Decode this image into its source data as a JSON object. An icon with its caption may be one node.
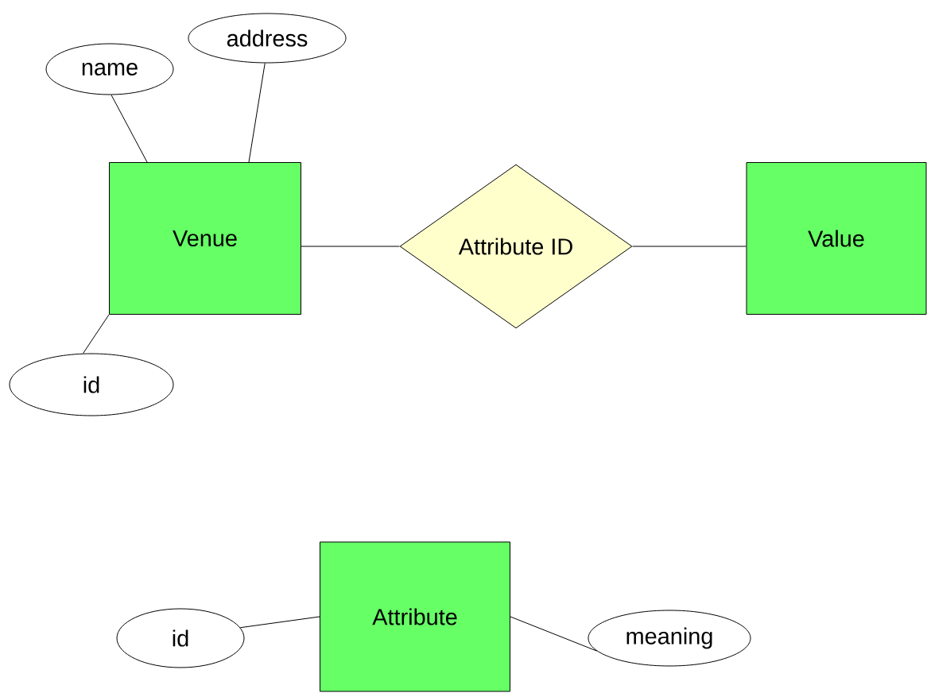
{
  "diagram": {
    "nodes": [
      {
        "text": [
          "Venue"
        ]
      },
      {
        "text": [
          "Attribute ID"
        ]
      },
      {
        "text": [
          "Value"
        ]
      },
      {
        "text": [
          "name"
        ]
      },
      {
        "text": [
          "address"
        ]
      },
      {
        "text": [
          "id"
        ]
      },
      {
        "text": [
          "Attribute"
        ]
      },
      {
        "text": [
          "id"
        ]
      },
      {
        "text": [
          "meaning"
        ]
      }
    ],
    "edges": [
      {
        "from": 3,
        "to": 0,
        "arrow": "none"
      },
      {
        "from": 4,
        "to": 0,
        "arrow": "none"
      },
      {
        "from": 5,
        "to": 0,
        "arrow": "none"
      },
      {
        "from": 0,
        "to": 1,
        "arrow": "none"
      },
      {
        "from": 1,
        "to": 2,
        "arrow": "none"
      },
      {
        "from": 7,
        "to": 6,
        "arrow": "none"
      },
      {
        "from": 6,
        "to": 8,
        "arrow": "none"
      }
    ]
  }
}
